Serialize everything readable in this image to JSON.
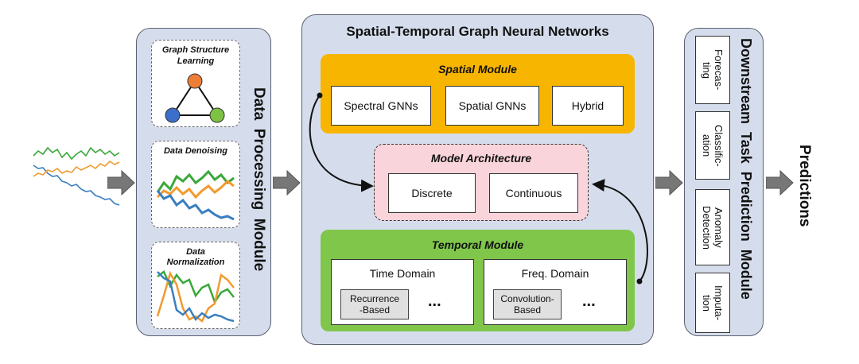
{
  "data_processing": {
    "title_word1": "Data",
    "title_word2": "Processing",
    "title_word3": "Module",
    "gsl_line1": "Graph Structure",
    "gsl_line2": "Learning",
    "denoise_label": "Data Denoising",
    "norm_line1": "Data",
    "norm_line2": "Normalization"
  },
  "stgnn": {
    "title": "Spatial-Temporal Graph Neural Networks",
    "spatial": {
      "title": "Spatial Module",
      "items": [
        "Spectral GNNs",
        "Spatial GNNs",
        "Hybrid"
      ]
    },
    "architecture": {
      "title": "Model Architecture",
      "items": [
        "Discrete",
        "Continuous"
      ]
    },
    "temporal": {
      "title": "Temporal Module",
      "time_domain": "Time Domain",
      "freq_domain": "Freq. Domain",
      "recurrence_line1": "Recurrence",
      "recurrence_line2": "-Based",
      "convolution_line1": "Convolution-",
      "convolution_line2": "Based",
      "ellipsis": "..."
    }
  },
  "downstream": {
    "title_word1": "Downstream",
    "title_word2": "Task",
    "title_word3": "Prediction",
    "title_word4": "Module",
    "tasks": [
      {
        "line1": "Forecas-",
        "line2": "ting"
      },
      {
        "line1": "Classific-",
        "line2": "ation"
      },
      {
        "line1": "Anomaly",
        "line2": "Detection"
      },
      {
        "line1": "Imputa-",
        "line2": "tion"
      }
    ]
  },
  "output_label": "Predictions",
  "colors": {
    "panel_bg": "#d5ddec",
    "spatial_fill": "#f7b500",
    "architecture_fill": "#f9d5db",
    "temporal_fill": "#7fc64a",
    "series_green": "#3aa83a",
    "series_orange": "#f29a2e",
    "series_blue": "#3a7fc0"
  }
}
